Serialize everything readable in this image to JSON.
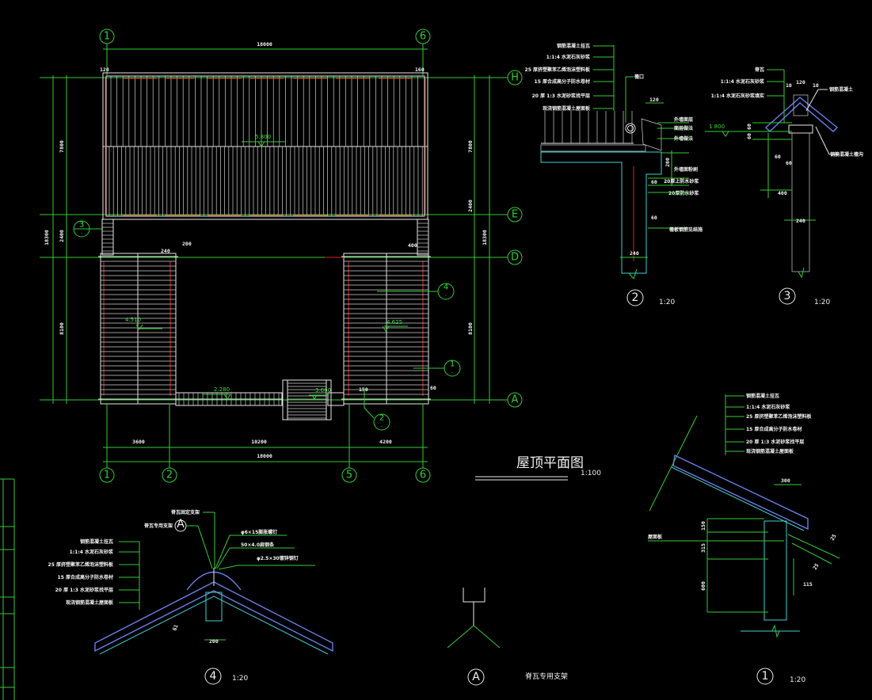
{
  "drawing": {
    "title": "屋顶平面图",
    "title_scale": "1:100",
    "background": "#000000",
    "colors": {
      "axis": "#33cc33",
      "outline": "#e8e8e8",
      "ridge_red": "#dd2222",
      "tile_blue": "#6a7ee8",
      "section_cyan": "#40d0d0"
    }
  },
  "plan": {
    "top_axes": [
      "1",
      "6"
    ],
    "bottom_axes": [
      "1",
      "2",
      "5",
      "6"
    ],
    "right_axes": [
      "H",
      "E",
      "D",
      "A"
    ],
    "top_overall_dim": "18000",
    "bottom_dims": [
      "3600",
      "10200",
      "4200"
    ],
    "bottom_overall_dim": "18000",
    "left_dims": [
      "7800",
      "2400",
      "8100"
    ],
    "left_overall_dim": "18300",
    "right_dims": [
      "7800",
      "2400",
      "8100"
    ],
    "right_overall_dim": "18300",
    "elevations": {
      "main_roof": "5.800",
      "left_wing": "4.510",
      "right_wing": "4.625",
      "corridor": "2.280",
      "gate": "3.600"
    },
    "section_marks": [
      {
        "num": "3",
        "sheet": "-"
      },
      {
        "num": "4",
        "sheet": "-"
      },
      {
        "num": "1",
        "sheet": "-"
      },
      {
        "num": "2",
        "sheet": "-"
      }
    ],
    "small_dims": [
      "120",
      "160",
      "240",
      "400",
      "150",
      "60",
      "200"
    ]
  },
  "detail_2": {
    "num": "2",
    "scale": "1:20",
    "layers": [
      "钢筋混凝土挂瓦",
      "1:1:4 水泥石灰砂浆",
      "25 厚挤塑聚苯乙烯泡沫塑料板",
      "15 厚合成高分子防水卷材",
      "20 厚 1:3 水泥砂浆找平层",
      "现浇钢筋混凝土屋面板"
    ],
    "labels_right": [
      "檐口",
      "外墙面层",
      "面层做法",
      "外墙做法",
      "外墙面粉刷",
      "20厚上防水砂浆",
      "20厚防水砂浆",
      "檐板钢筋见结施"
    ],
    "dims": [
      "120",
      "200",
      "60",
      "60",
      "240",
      "60"
    ]
  },
  "detail_3": {
    "num": "3",
    "scale": "1:20",
    "labels": [
      "脊瓦",
      "1:1:4 水泥石灰砂浆",
      "1:1:4 水泥石灰砂浆填实",
      "钢筋混凝土",
      "钢筋混凝土檐沟"
    ],
    "dims": [
      "10",
      "120",
      "10",
      "60",
      "60",
      "60",
      "60",
      "400",
      "240"
    ],
    "elevation": "1.800"
  },
  "detail_4": {
    "num": "4",
    "scale": "1:20",
    "layers": [
      "钢筋混凝土挂瓦",
      "1:1:4 水泥石灰砂浆",
      "25 厚挤塑聚苯乙烯泡沫塑料板",
      "15 厚合成高分子防水卷材",
      "20 厚 1:3 水泥砂浆找平层",
      "现浇钢筋混凝土屋面板"
    ],
    "top_labels": [
      "脊瓦固定支架",
      "脊瓦专用支架"
    ],
    "ref_mark": "A",
    "fasteners": [
      "φ6×15膨胀螺钉",
      "50×4.0扁钢条",
      "φ2.5×30镀锌钢钉"
    ],
    "dims": [
      "200",
      "61"
    ]
  },
  "detail_A": {
    "num": "A",
    "caption": "脊瓦专用支架"
  },
  "detail_1": {
    "num": "1",
    "scale": "1:20",
    "layers": [
      "钢筋混凝土挂瓦",
      "1:1:4 水泥石灰砂浆",
      "25 厚挤塑聚苯乙烯泡沫塑料板",
      "15 厚合成高分子防水卷材",
      "20 厚 1:3 水泥砂浆找平层",
      "现浇钢筋混凝土屋面板"
    ],
    "left_label": "屋面板",
    "dims": [
      "300",
      "150",
      "315",
      "600",
      "115",
      "25",
      "25"
    ]
  },
  "title_block": {
    "cells": [
      "",
      "",
      "",
      "",
      ""
    ]
  }
}
